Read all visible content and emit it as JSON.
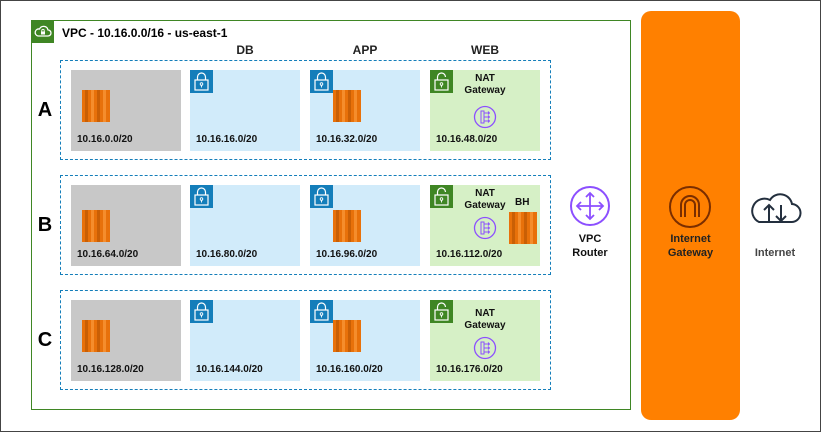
{
  "vpc": {
    "title": "VPC - 10.16.0.0/16 - us-east-1",
    "icon": "vpc-cloud-lock-icon"
  },
  "columns": [
    "DB",
    "APP",
    "WEB"
  ],
  "rows": [
    {
      "letter": "A",
      "reserved_cidr": "10.16.0.0/20",
      "db_cidr": "10.16.16.0/20",
      "app_cidr": "10.16.32.0/20",
      "web_cidr": "10.16.48.0/20",
      "nat_line1": "NAT",
      "nat_line2": "Gateway"
    },
    {
      "letter": "B",
      "reserved_cidr": "10.16.64.0/20",
      "db_cidr": "10.16.80.0/20",
      "app_cidr": "10.16.96.0/20",
      "web_cidr": "10.16.112.0/20",
      "nat_line1": "NAT",
      "nat_line2": "Gateway",
      "bh_label": "BH"
    },
    {
      "letter": "C",
      "reserved_cidr": "10.16.128.0/20",
      "db_cidr": "10.16.144.0/20",
      "app_cidr": "10.16.160.0/20",
      "web_cidr": "10.16.176.0/20",
      "nat_line1": "NAT",
      "nat_line2": "Gateway"
    }
  ],
  "router": {
    "line1": "VPC",
    "line2": "Router",
    "icon": "vpc-router-icon"
  },
  "igw": {
    "line1": "Internet",
    "line2": "Gateway",
    "icon": "internet-gateway-icon"
  },
  "internet": {
    "label": "Internet",
    "icon": "internet-cloud-icon"
  },
  "colors": {
    "vpc_border": "#3f8624",
    "az_border": "#147eba",
    "private_subnet": "#d1ebfa",
    "public_subnet": "#d6f0c6",
    "reserved_subnet": "#c8c8c8",
    "ec2": "#e8710a",
    "igw": "#ff8000",
    "router": "#8c4fff"
  }
}
